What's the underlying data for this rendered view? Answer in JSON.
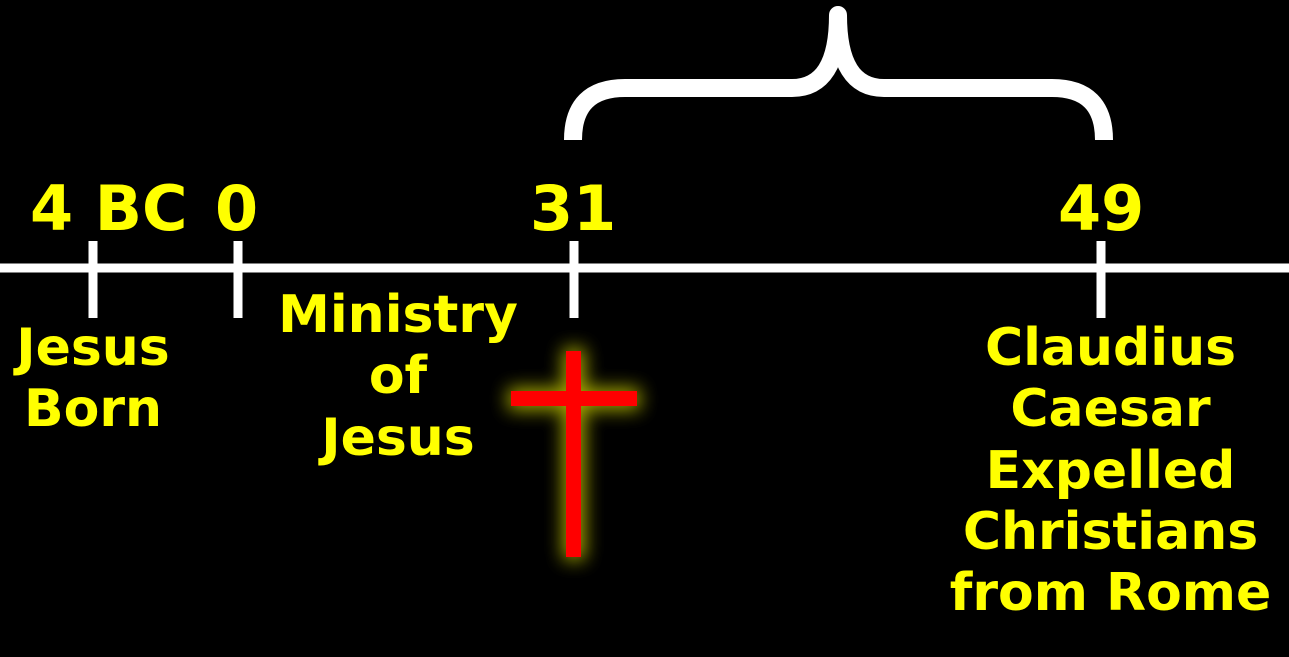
{
  "years": {
    "bc4": "4 BC",
    "zero": "0",
    "y31": "31",
    "y49": "49"
  },
  "events": {
    "jesus_born": [
      "Jesus",
      "Born"
    ],
    "ministry": [
      "Ministry",
      "of",
      "Jesus"
    ],
    "claudius": [
      "Claudius",
      "Caesar",
      "Expelled",
      "Christians",
      "from Rome"
    ]
  },
  "colors": {
    "background": "#000000",
    "text": "#ffff00",
    "line": "#ffffff",
    "cross": "#ff0000",
    "cross_glow": "#b5b800"
  },
  "icons": {
    "cross": "cross-icon",
    "brace": "curly-brace"
  }
}
